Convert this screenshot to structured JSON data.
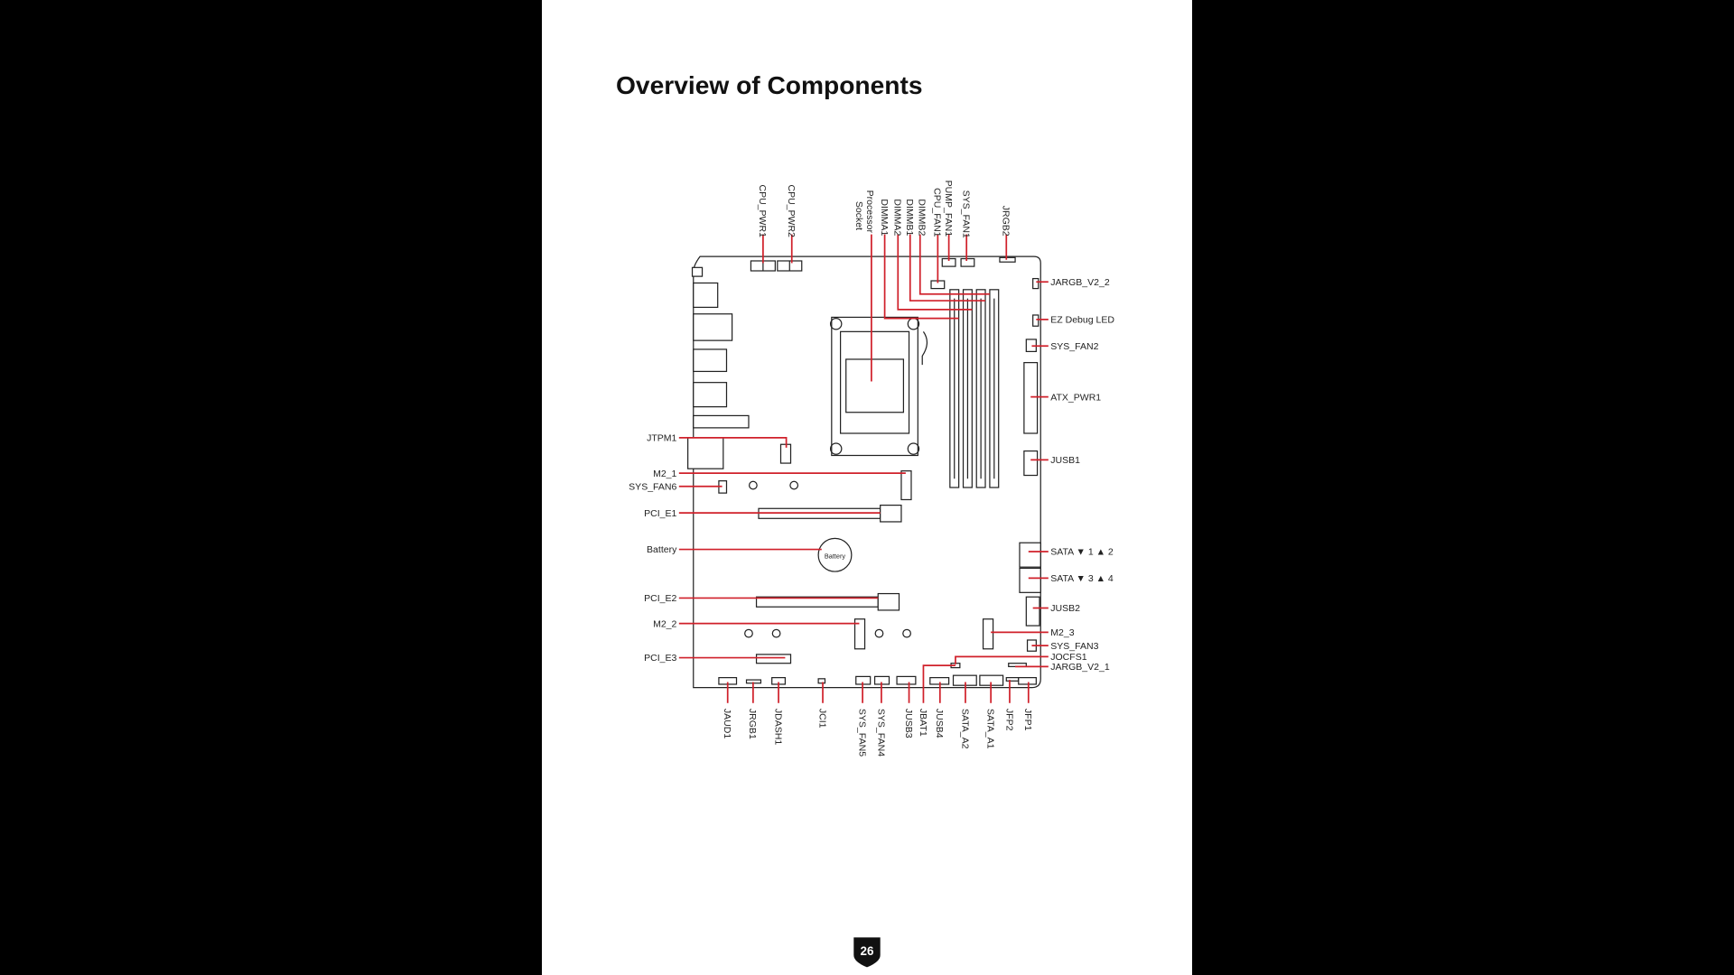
{
  "page": {
    "title": "Overview of Components",
    "page_number": "26",
    "battery_text": "Battery"
  },
  "labels": {
    "top": [
      "CPU_PWR1",
      "CPU_PWR2",
      "Processor",
      "Socket",
      "DIMMA1",
      "DIMMA2",
      "DIMMB1",
      "DIMMB2",
      "CPU_FAN1",
      "PUMP_FAN1",
      "SYS_FAN1",
      "JRGB2"
    ],
    "right": [
      "JARGB_V2_2",
      "EZ Debug LED",
      "SYS_FAN2",
      "ATX_PWR1",
      "JUSB1",
      "SATA ▼ 1 ▲ 2",
      "SATA ▼ 3 ▲ 4",
      "JUSB2",
      "M2_3",
      "SYS_FAN3",
      "JOCFS1",
      "JARGB_V2_1"
    ],
    "left": [
      "JTPM1",
      "M2_1",
      "SYS_FAN6",
      "PCI_E1",
      "Battery",
      "PCI_E2",
      "M2_2",
      "PCI_E3"
    ],
    "bottom": [
      "JAUD1",
      "JRGB1",
      "JDASH1",
      "JCI1",
      "SYS_FAN5",
      "SYS_FAN4",
      "JUSB3",
      "JBAT1",
      "JUSB4",
      "SATA_A2",
      "SATA_A1",
      "JFP2",
      "JFP1"
    ]
  },
  "colors": {
    "leader": "#d0202a",
    "page": "#ffffff",
    "background": "#000000"
  }
}
